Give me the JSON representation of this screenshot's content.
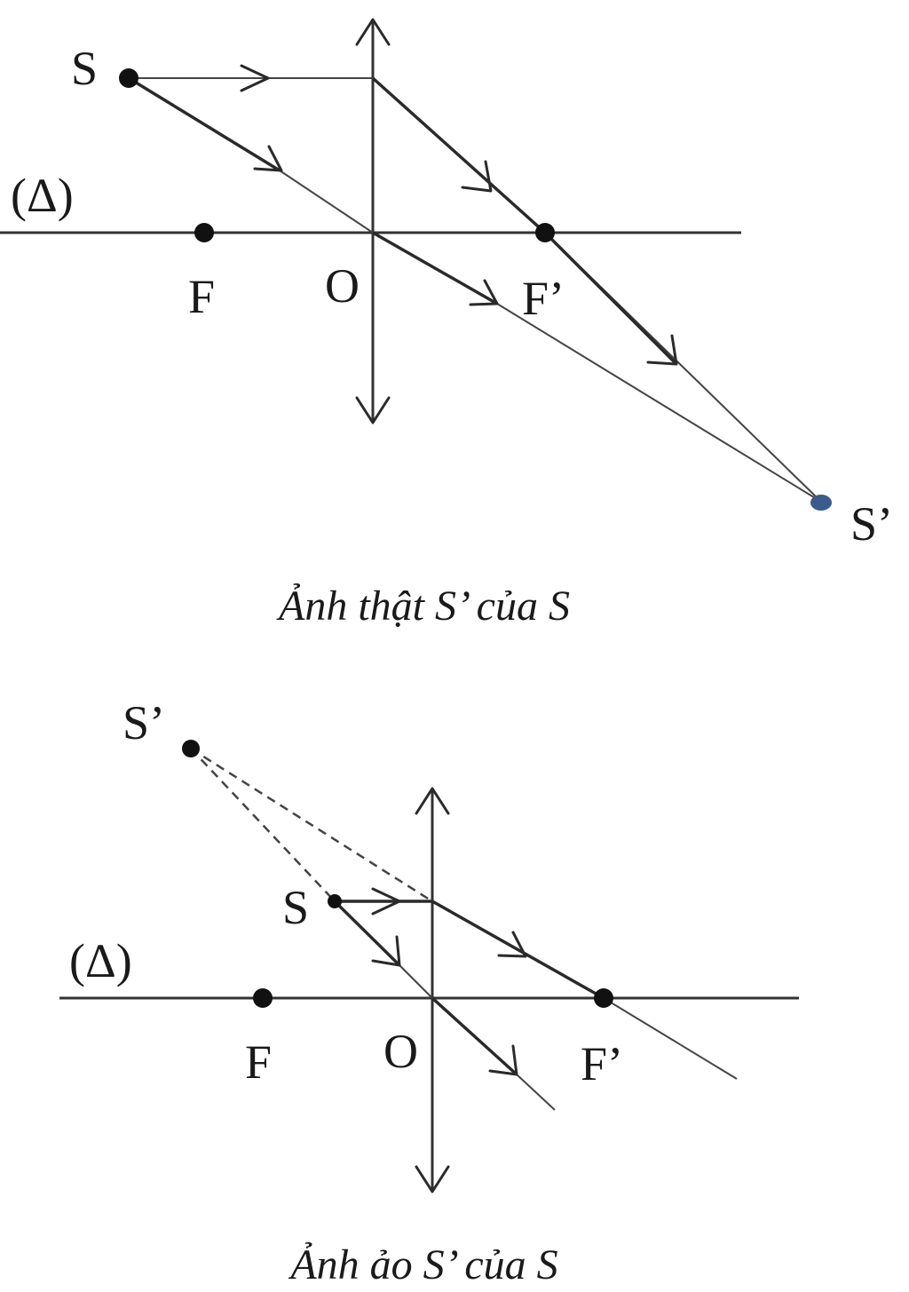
{
  "figure1": {
    "label_S": "S",
    "label_delta": "(Δ)",
    "label_F": "F",
    "label_O": "O",
    "label_Fp": "F’",
    "label_Sp": "S’",
    "caption": "Ảnh thật S’ của S"
  },
  "figure2": {
    "label_Sp": "S’",
    "label_S": "S",
    "label_delta": "(Δ)",
    "label_F": "F",
    "label_O": "O",
    "label_Fp": "F’",
    "caption": "Ảnh ảo S’ của S"
  },
  "colors": {
    "line": "#333333",
    "image_point_real": "#3b5b8c"
  }
}
